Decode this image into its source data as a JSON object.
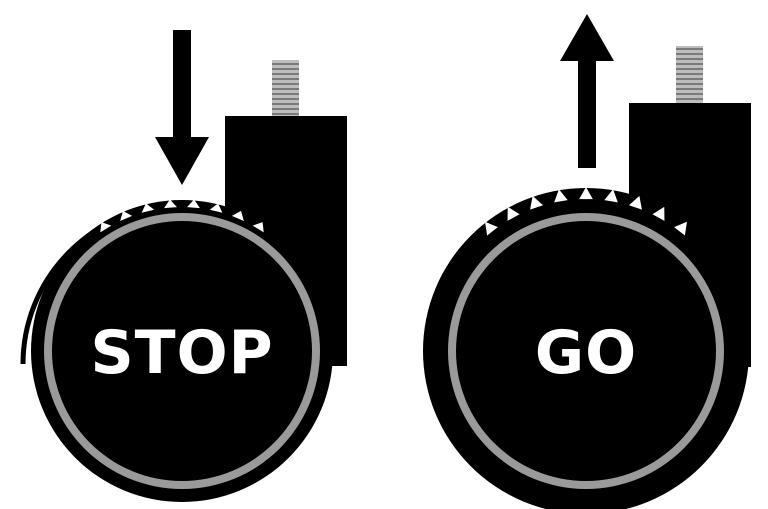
{
  "panels": [
    {
      "label": "STOP",
      "arrow_direction": "down"
    },
    {
      "label": "GO",
      "arrow_direction": "up"
    }
  ],
  "colors": {
    "ink": "#000000",
    "tire": "#9a9a9a",
    "thread": "#bdbdbd",
    "label": "#ffffff",
    "background": "#ffffff"
  }
}
